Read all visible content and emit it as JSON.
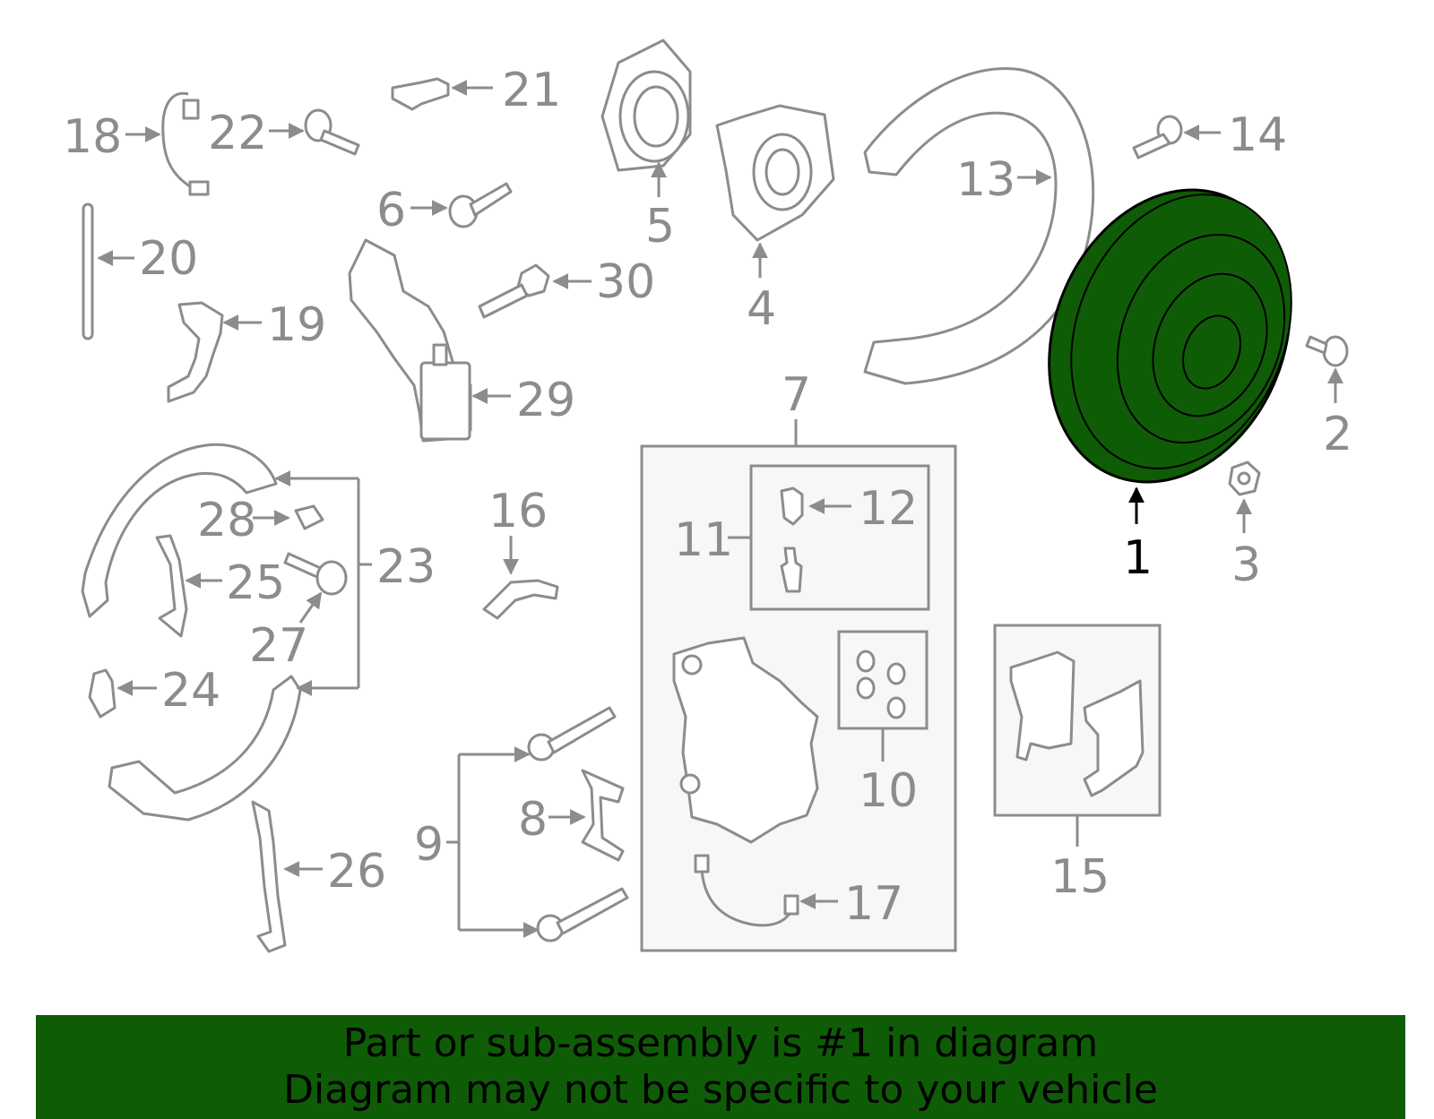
{
  "colors": {
    "highlight": "#0f5c06",
    "line": "#8c8c8c",
    "banner_text": "#000000"
  },
  "highlighted_part": "1",
  "labels": {
    "p1": "1",
    "p2": "2",
    "p3": "3",
    "p4": "4",
    "p5": "5",
    "p6": "6",
    "p7": "7",
    "p8": "8",
    "p9": "9",
    "p10": "10",
    "p11": "11",
    "p12": "12",
    "p13": "13",
    "p14": "14",
    "p15": "15",
    "p16": "16",
    "p17": "17",
    "p18": "18",
    "p19": "19",
    "p20": "20",
    "p21": "21",
    "p22": "22",
    "p23": "23",
    "p24": "24",
    "p25": "25",
    "p26": "26",
    "p27": "27",
    "p28": "28",
    "p29": "29",
    "p30": "30"
  },
  "banner": {
    "line1": "Part or sub-assembly is #1 in diagram",
    "line2": "Diagram may not be specific to your vehicle"
  }
}
